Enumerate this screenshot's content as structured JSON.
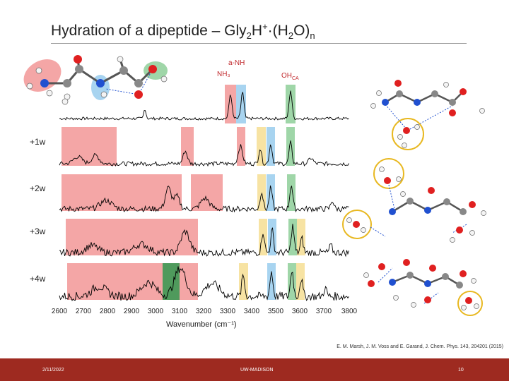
{
  "slide": {
    "title_main": "Hydration of a dipeptide – Gly",
    "title_sub2": "2",
    "title_h": "H",
    "title_sup": "+",
    "title_dot": "·(H",
    "title_sub2b": "2",
    "title_o": "O)",
    "title_subn": "n",
    "annotation_nh": "a-NH",
    "annotation_nh3": "NH₃",
    "annotation_oh": "OH",
    "annotation_oh_sub": "CA",
    "trace_labels": [
      "+1w",
      "+2w",
      "+3w",
      "+4w"
    ],
    "x_ticks": [
      "2600",
      "2700",
      "2800",
      "2900",
      "3000",
      "3100",
      "3200",
      "3300",
      "3400",
      "3500",
      "3600",
      "3700",
      "3800"
    ],
    "xlabel": "Wavenumber (cm⁻¹)",
    "citation": "E. M. Marsh, J. M. Voss and E. Garand, J. Chem. Phys. 143, 204201 (2015)",
    "footer": {
      "date": "2/11/2022",
      "org": "UW-MADISON",
      "page": "10"
    }
  },
  "colors": {
    "pink": "#f4a6a6",
    "blue": "#a8d4f0",
    "green": "#9fd6a8",
    "yellow": "#f7e3a3",
    "darkgreen": "#4f9a5c",
    "footer": "#9e2a20",
    "oxygen": "#e02020",
    "nitrogen": "#2050d0",
    "carbon": "#888888",
    "hydrogen": "#f4f4f4",
    "ring": "#e8b820"
  }
}
